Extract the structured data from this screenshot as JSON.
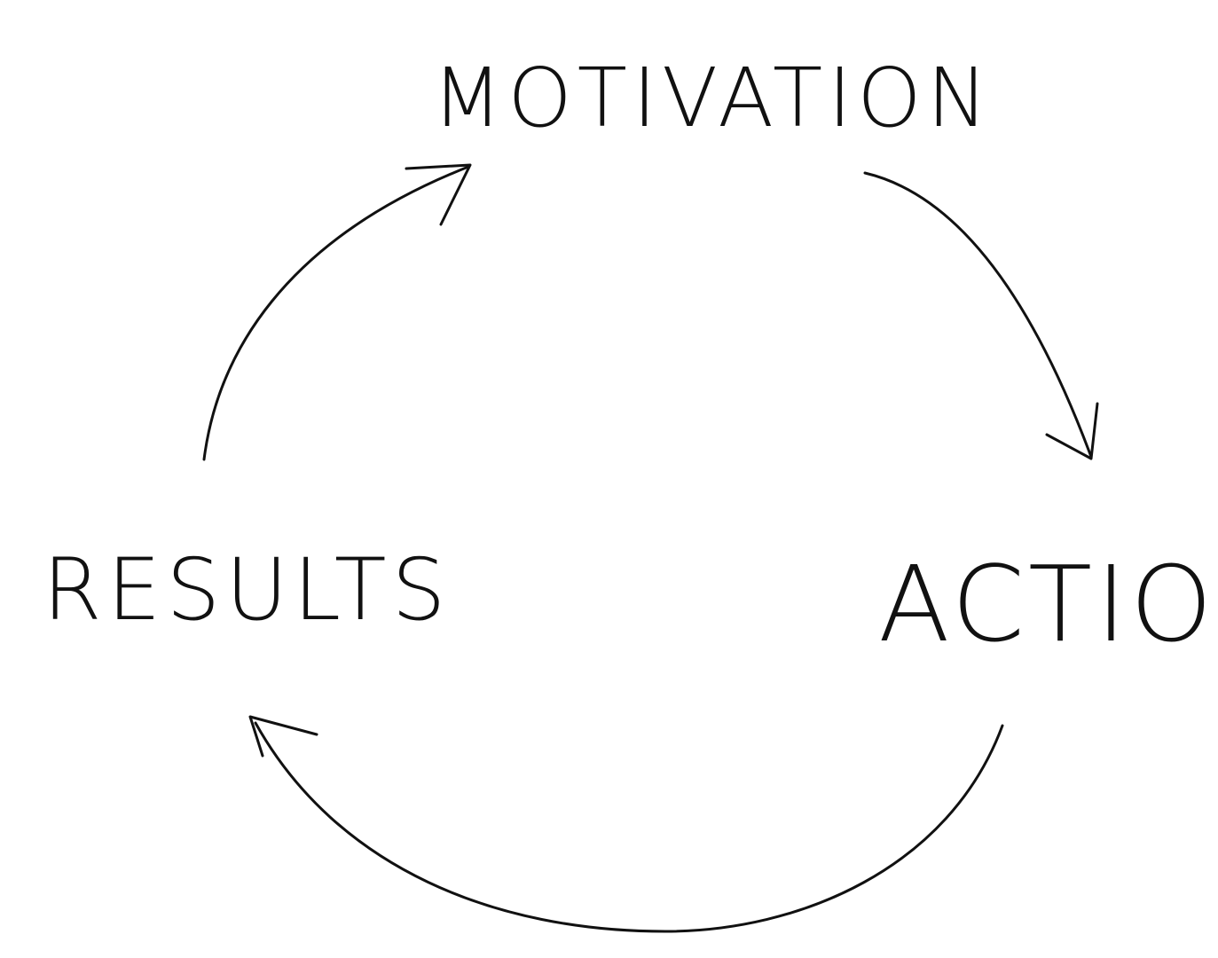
{
  "diagram": {
    "stroke_color": "#111111",
    "background_color": "#ffffff",
    "nodes": {
      "motivation": "MOTIVATION",
      "action": "ACTION",
      "results": "RESULTS"
    }
  }
}
